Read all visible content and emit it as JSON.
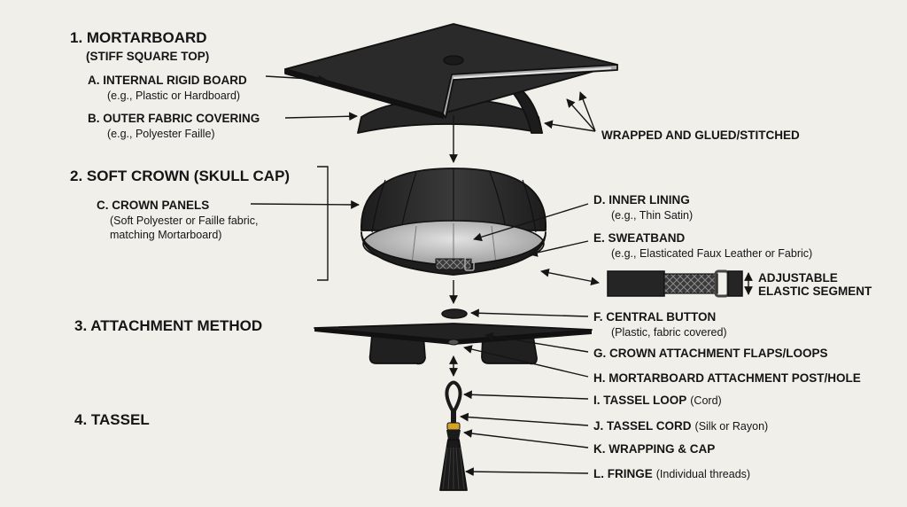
{
  "sections": {
    "s1_title": "1. MORTARBOARD",
    "s1_sub": "(STIFF SQUARE TOP)",
    "s2_title": "2. SOFT CROWN (SKULL CAP)",
    "s3_title": "3. ATTACHMENT METHOD",
    "s4_title": "4. TASSEL"
  },
  "labels": {
    "a_title": "A. INTERNAL RIGID BOARD",
    "a_sub": "(e.g., Plastic or Hardboard)",
    "b_title": "B. OUTER FABRIC COVERING",
    "b_sub": "(e.g., Polyester Faille)",
    "wrapped": "WRAPPED AND GLUED/STITCHED",
    "c_title": "C. CROWN PANELS",
    "c_sub1": "(Soft Polyester or Faille fabric,",
    "c_sub2": "matching Mortarboard)",
    "d_title": "D. INNER LINING",
    "d_sub": "(e.g., Thin Satin)",
    "e_title": "E. SWEATBAND",
    "e_sub": "(e.g., Elasticated Faux Leather or Fabric)",
    "adj1": "ADJUSTABLE",
    "adj2": "ELASTIC SEGMENT",
    "f_title": "F. CENTRAL BUTTON",
    "f_sub": "(Plastic, fabric covered)",
    "g_title": "G. CROWN ATTACHMENT FLAPS/LOOPS",
    "h_title": "H. MORTARBOARD ATTACHMENT POST/HOLE",
    "i_title": "I. TASSEL LOOP",
    "i_sub": "(Cord)",
    "j_title": "J. TASSEL CORD",
    "j_sub": "(Silk or Rayon)",
    "k_title": "K. WRAPPING & CAP",
    "l_title": "L. FRINGE",
    "l_sub": "(Individual threads)"
  },
  "colors": {
    "fabric": "#2b2b2b",
    "fabric_dark": "#151515",
    "lining": "#bdbdbd",
    "gold": "#d4a42a",
    "background": "#f1efea"
  }
}
